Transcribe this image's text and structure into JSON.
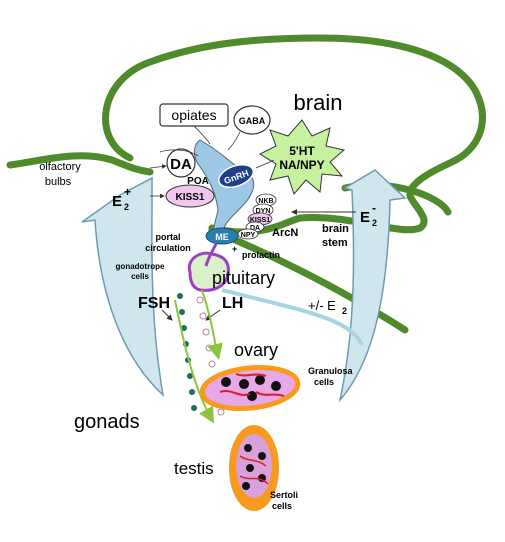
{
  "labels": {
    "brain": "brain",
    "opiates": "opiates",
    "gaba": "GABA",
    "serotonin_line1": "5'HT",
    "serotonin_line2": "NA/NPY",
    "olfactory_line1": "olfactory",
    "olfactory_line2": "bulbs",
    "da": "DA",
    "poa": "POA",
    "gnrh": "GnRH",
    "kiss1": "KISS1",
    "e2_left": "E",
    "e2_left_sub": "2",
    "e2_left_sup": "+",
    "e2_right": "E",
    "e2_right_sub": "2",
    "e2_right_sup": "-",
    "nkb": "NKB",
    "dyn": "DYN",
    "kiss1_small": "KISS1",
    "da_small": "DA",
    "npy_small": "NPY",
    "arcn": "ArcN",
    "brain_stem_line1": "brain",
    "brain_stem_line2": "stem",
    "portal_line1": "portal",
    "portal_line2": "circulation",
    "me": "ME",
    "prolactin": "prolactin",
    "gonadotrope_line1": "gonadotrope",
    "gonadotrope_line2": "cells",
    "pituitary": "pituitary",
    "fsh": "FSH",
    "lh": "LH",
    "pm_e2": "+/- E",
    "pm_e2_sub": "2",
    "ovary": "ovary",
    "granulosa_line1": "Granulosa",
    "granulosa_line2": "cells",
    "gonads": "gonads",
    "testis": "testis",
    "sertoli_line1": "Sertoli",
    "sertoli_line2": "cells",
    "plus": "+"
  },
  "colors": {
    "brain_outline": "#4f8a2b",
    "arrow_fill": "#cfe6ee",
    "arrow_stroke": "#6f9bb0",
    "gnrh_neuron": "#9cc8e6",
    "kiss1_fill": "#eec6ee",
    "starburst": "#c6f2a0",
    "pituitary_purple": "#9b3fc6",
    "ovary_fill": "#e6a8e6",
    "testis_fill": "#f79a1e",
    "fsh_dots": "#1f6e5a",
    "lh_dots": "#c9a0c0"
  }
}
